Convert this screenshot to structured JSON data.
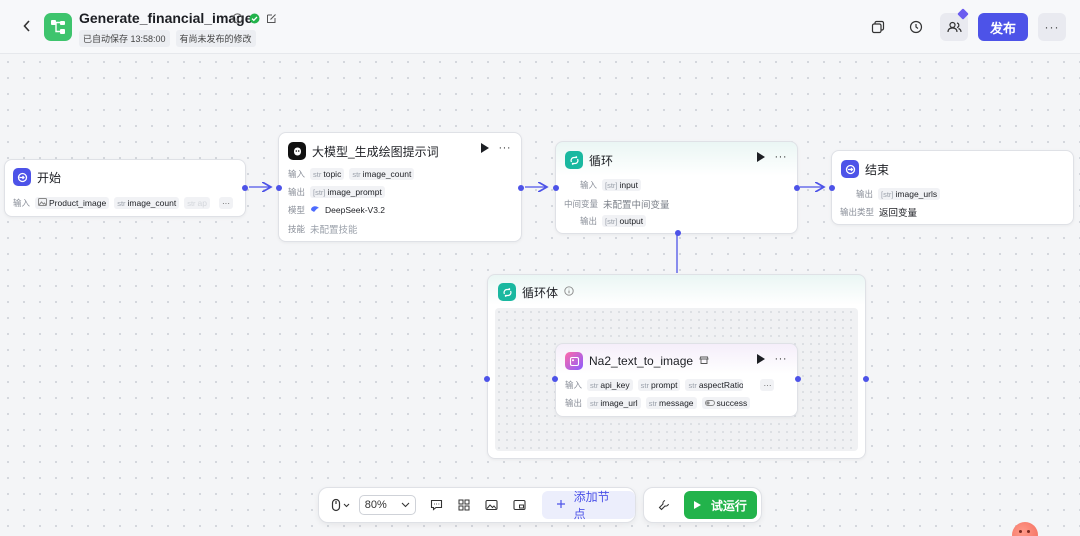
{
  "header": {
    "title": "Generate_financial_image",
    "autosave": "已自动保存 13:58:00",
    "unpublished": "有尚未发布的修改",
    "publish_label": "发布",
    "more_label": "···"
  },
  "nodes": {
    "start": {
      "title": "开始",
      "input_label": "输入",
      "inputs": [
        "Product_image",
        "image_count",
        "ap"
      ],
      "more": "···"
    },
    "llm": {
      "title": "大模型_生成绘图提示词",
      "input_label": "输入",
      "inputs": [
        "topic",
        "image_count"
      ],
      "output_label": "输出",
      "output": "image_prompt",
      "model_label": "模型",
      "model": "DeepSeek-V3.2",
      "skill_label": "技能",
      "skill": "未配置技能"
    },
    "loop": {
      "title": "循环",
      "input_label": "输入",
      "input": "input",
      "mid_label": "中间变量",
      "mid": "未配置中间变量",
      "output_label": "输出",
      "output": "output"
    },
    "end": {
      "title": "结束",
      "output_label": "输出",
      "output": "image_urls",
      "type_label": "输出类型",
      "type": "返回变量"
    },
    "loop_body": {
      "title": "循环体"
    },
    "t2i": {
      "title": "Na2_text_to_image",
      "input_label": "输入",
      "inputs": [
        "api_key",
        "prompt",
        "aspectRatio"
      ],
      "output_label": "输出",
      "outputs": [
        "image_url",
        "message",
        "success"
      ],
      "more": "···"
    }
  },
  "types": {
    "str": "str",
    "arr": "[str]"
  },
  "toolbar": {
    "zoom": "80%",
    "add_node": "添加节点",
    "run": "试运行"
  },
  "colors": {
    "accent": "#4d53e8",
    "run": "#22b34b",
    "loop": "#1ab8a0",
    "start": "#4d53e8"
  }
}
